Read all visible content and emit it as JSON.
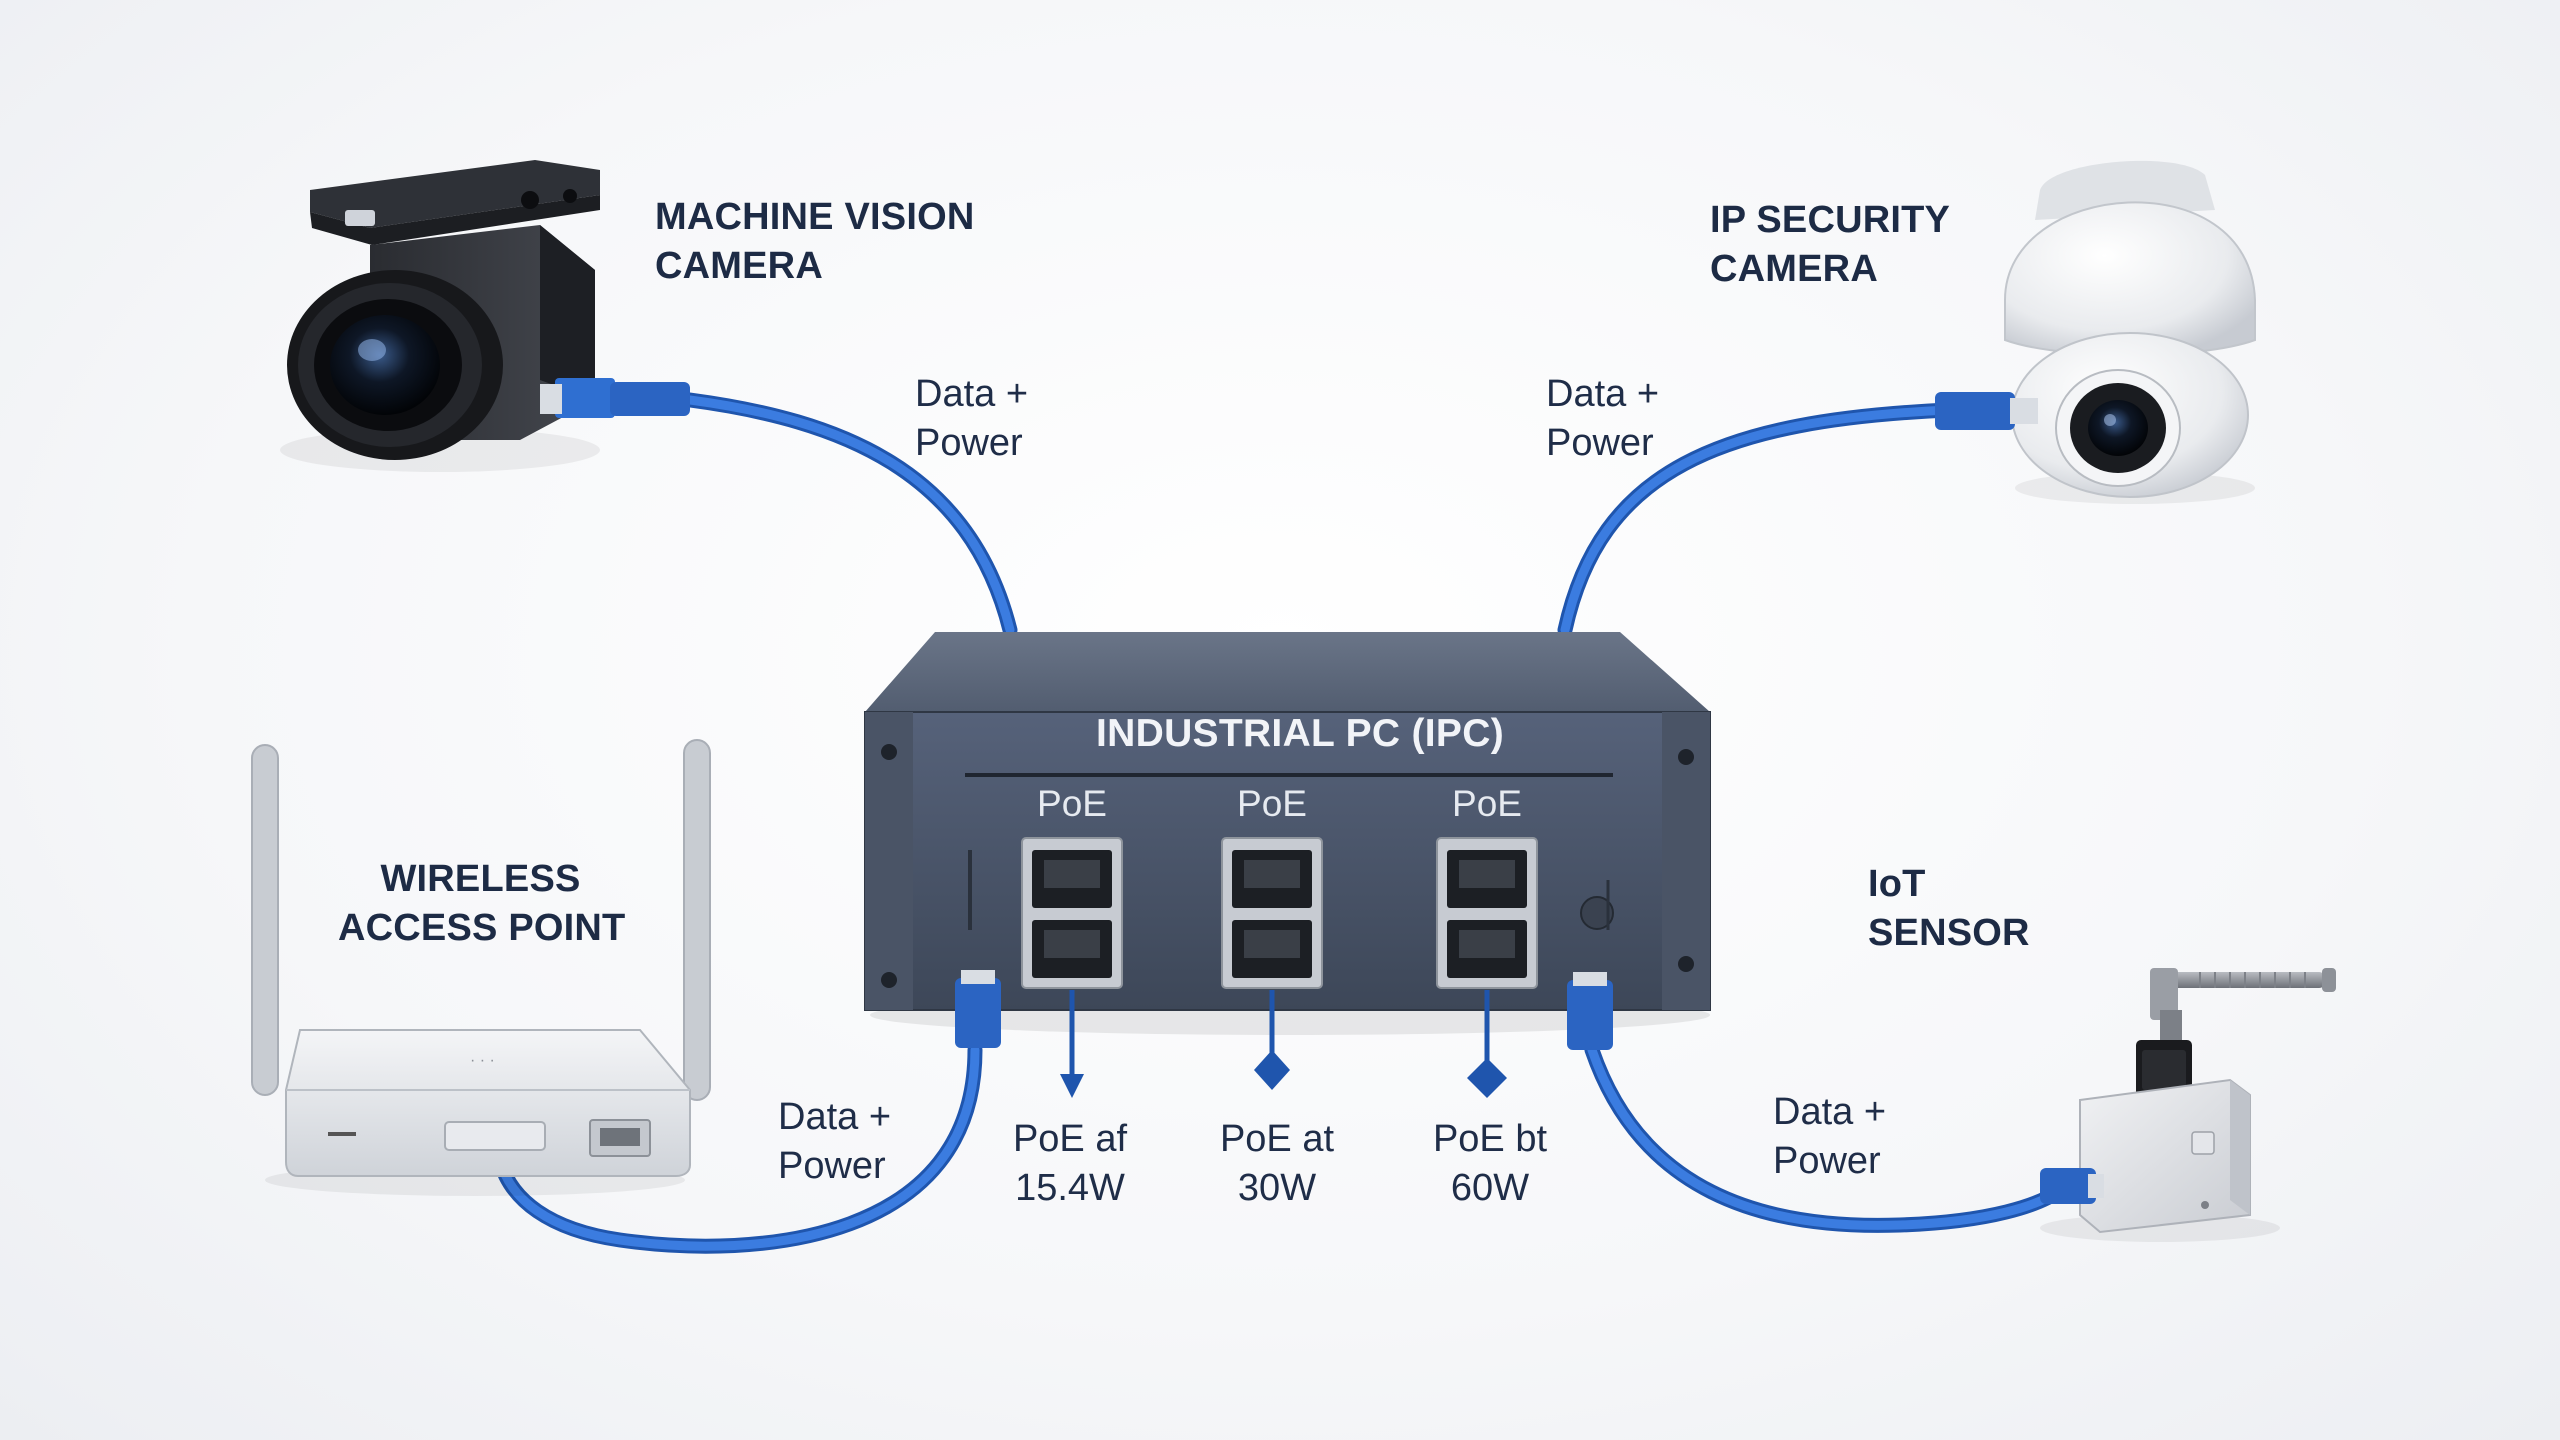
{
  "devices": {
    "machine_vision_camera": {
      "line1": "MACHINE VISION",
      "line2": "CAMERA"
    },
    "ip_security_camera": {
      "line1": "IP SECURITY",
      "line2": "CAMERA"
    },
    "wireless_access_point": {
      "line1": "WIRELESS",
      "line2": "ACCESS POINT"
    },
    "iot_sensor": {
      "line1": "IoT",
      "line2": "SENSOR"
    }
  },
  "links": [
    {
      "line1": "Data +",
      "line2": "Power"
    },
    {
      "line1": "Data +",
      "line2": "Power"
    },
    {
      "line1": "Data +",
      "line2": "Power"
    },
    {
      "line1": "Data +",
      "line2": "Power"
    }
  ],
  "ipc": {
    "title": "INDUSTRIAL PC (IPC)",
    "port_groups": [
      {
        "label": "PoE",
        "standard": "PoE af",
        "power": "15.4W"
      },
      {
        "label": "PoE",
        "standard": "PoE at",
        "power": "30W"
      },
      {
        "label": "PoE",
        "standard": "PoE bt",
        "power": "60W"
      }
    ]
  },
  "colors": {
    "cable": "#2f6fd1",
    "ipc_body": "#4a5566",
    "label_text": "#1d2b45"
  }
}
